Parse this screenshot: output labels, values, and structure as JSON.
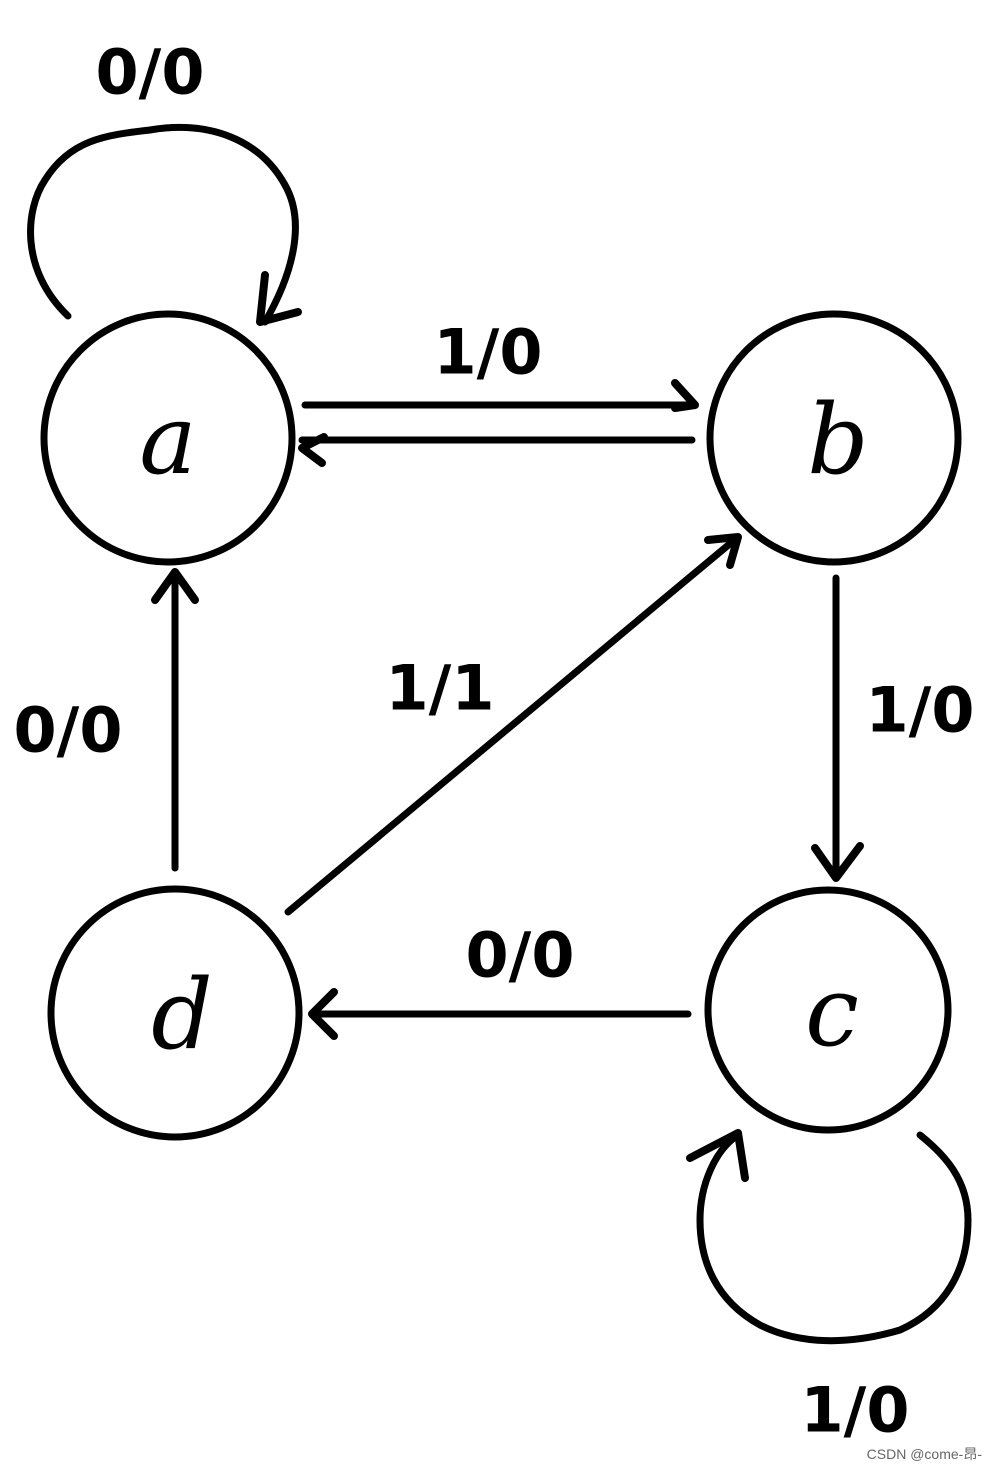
{
  "diagram": {
    "type": "state-transition",
    "nodes": [
      {
        "id": "a",
        "label": "a"
      },
      {
        "id": "b",
        "label": "b"
      },
      {
        "id": "c",
        "label": "c"
      },
      {
        "id": "d",
        "label": "d"
      }
    ],
    "edges": [
      {
        "id": "a-a",
        "from": "a",
        "to": "a",
        "label": "0/0"
      },
      {
        "id": "a-b",
        "from": "a",
        "to": "b",
        "label": "1/0"
      },
      {
        "id": "b-a",
        "from": "b",
        "to": "a",
        "label": ""
      },
      {
        "id": "b-c",
        "from": "b",
        "to": "c",
        "label": "1/0"
      },
      {
        "id": "c-d",
        "from": "c",
        "to": "d",
        "label": "0/0"
      },
      {
        "id": "c-c",
        "from": "c",
        "to": "c",
        "label": "1/0"
      },
      {
        "id": "d-a",
        "from": "d",
        "to": "a",
        "label": "0/0"
      },
      {
        "id": "d-b",
        "from": "d",
        "to": "b",
        "label": "1/1"
      }
    ]
  },
  "watermark": "CSDN @come-昂-"
}
